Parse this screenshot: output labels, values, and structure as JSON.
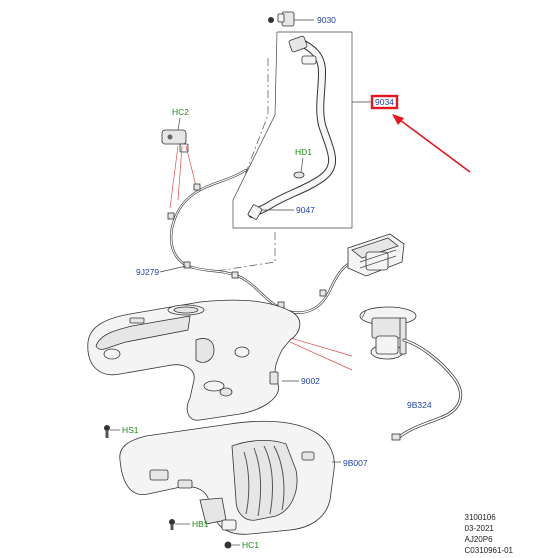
{
  "callouts": {
    "c9030": "9030",
    "c9034": "9034",
    "hc2": "HC2",
    "hd1": "HD1",
    "c9047": "9047",
    "c9j279": "9J279",
    "c9002": "9002",
    "c9b324": "9B324",
    "hs1": "HS1",
    "c9b007": "9B007",
    "hb1": "HB1",
    "hc1": "HC1"
  },
  "footer": {
    "line1": "3100106",
    "line2": "03-2021",
    "line3": "AJ20P6",
    "line4": "C0310961-01"
  },
  "colors": {
    "part_number": "#1f3fa8",
    "fastener_code": "#1a8a1a",
    "highlight_box": "#e8141e",
    "pointer_arrow": "#e8141e"
  }
}
